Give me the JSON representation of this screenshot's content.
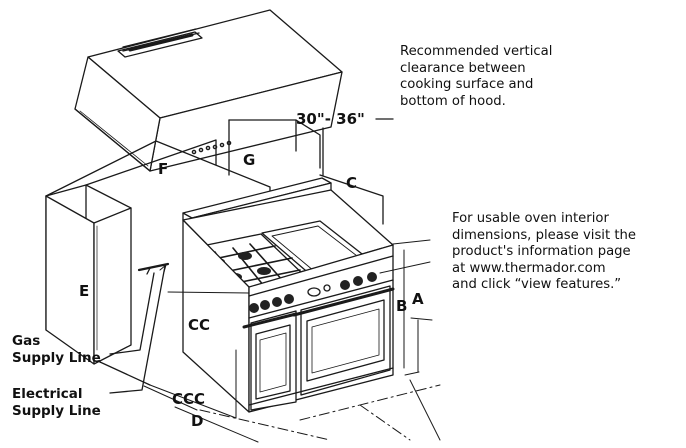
{
  "labels": {
    "A": "A",
    "B": "B",
    "C": "C",
    "CC": "CC",
    "CCC": "CCC",
    "D": "D",
    "E": "E",
    "F": "F",
    "G": "G",
    "clearance_value": "30\"- 36\""
  },
  "notes": {
    "clearance": [
      "Recommended vertical",
      "clearance between",
      "cooking surface and",
      "bottom of hood."
    ],
    "oven": [
      "For usable oven interior",
      "dimensions, please visit the",
      "product's information page",
      "at www.thermador.com",
      "and click “view features.”"
    ]
  },
  "callouts": {
    "gas": [
      "Gas",
      "Supply Line"
    ],
    "electrical": [
      "Electrical",
      "Supply Line"
    ]
  }
}
